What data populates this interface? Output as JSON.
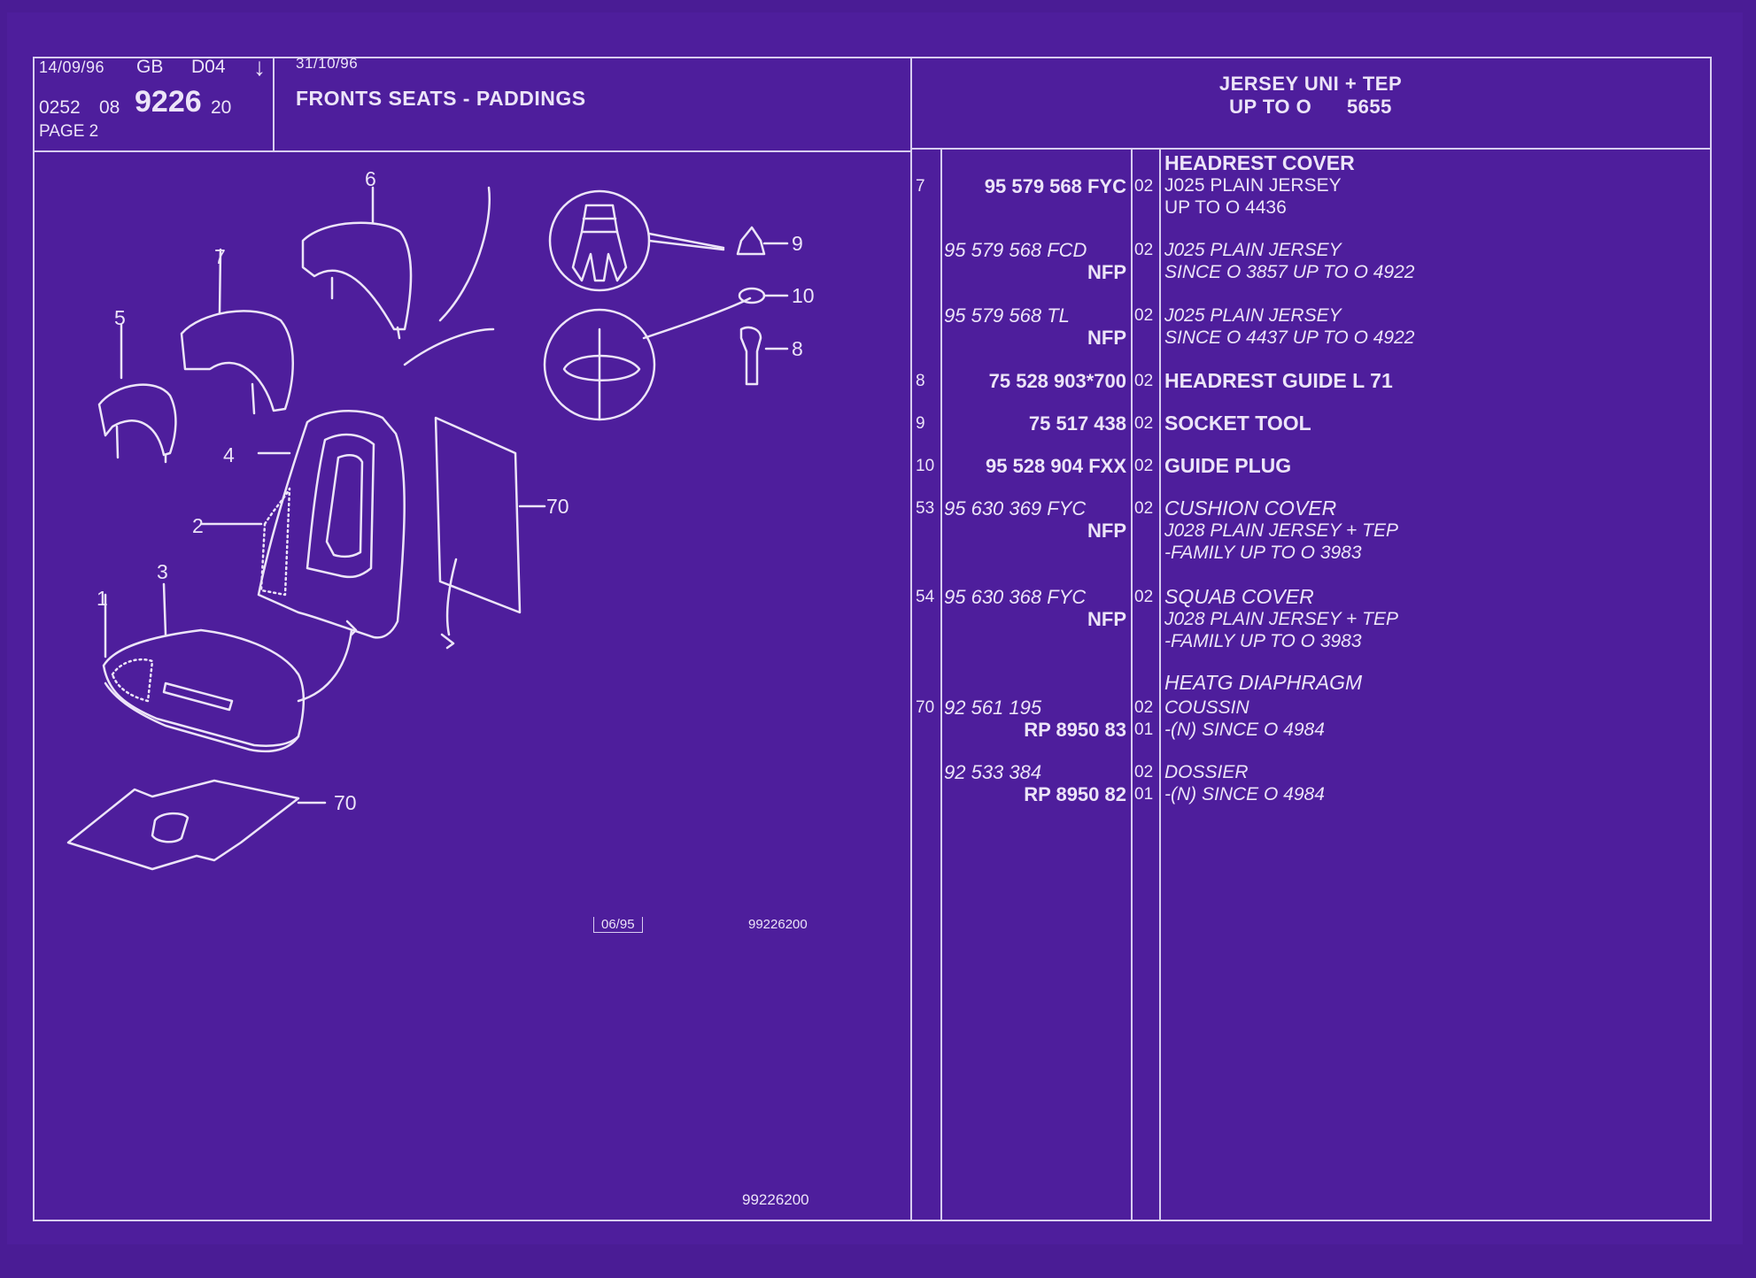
{
  "header": {
    "date1": "14/09/96",
    "lang": "GB",
    "dcode": "D04",
    "arrow": "↓",
    "date2": "31/10/96",
    "num1": "0252",
    "num2": "08",
    "group": "9226",
    "num3": "20",
    "page": "PAGE 2",
    "title": "FRONTS SEATS - PADDINGS",
    "right_line1": "JERSEY UNI + TEP",
    "right_line2": "UP TO O      5655"
  },
  "diagram": {
    "callouts": [
      "6",
      "7",
      "5",
      "4",
      "2",
      "3",
      "1",
      "70",
      "70",
      "9",
      "10",
      "8"
    ],
    "box_label": "06/95",
    "code_mid": "99226200",
    "code_bottom": "99226200"
  },
  "parts": [
    {
      "ref": "7",
      "part": "95 579 568 FYC",
      "part_style": "bold",
      "part2": "",
      "qty": "02",
      "qty2": "",
      "desc": [
        {
          "text": "HEADREST COVER",
          "style": "bold"
        },
        {
          "text": "J025 PLAIN JERSEY",
          "style": "normal"
        },
        {
          "text": "UP TO O 4436",
          "style": "normal"
        }
      ]
    },
    {
      "ref": "",
      "part": "95 579 568 FCD",
      "part_style": "italic",
      "part2": "NFP",
      "qty": "02",
      "qty2": "",
      "desc": [
        {
          "text": "J025 PLAIN JERSEY",
          "style": "italic"
        },
        {
          "text": "SINCE O 3857 UP TO O 4922",
          "style": "italic"
        }
      ]
    },
    {
      "ref": "",
      "part": "95 579 568 TL",
      "part_style": "italic",
      "part2": "NFP",
      "qty": "02",
      "qty2": "",
      "desc": [
        {
          "text": "J025 PLAIN JERSEY",
          "style": "italic"
        },
        {
          "text": "SINCE O 4437 UP TO O 4922",
          "style": "italic"
        }
      ]
    },
    {
      "ref": "8",
      "part": "75 528 903*700",
      "part_style": "bold",
      "part2": "",
      "qty": "02",
      "qty2": "",
      "desc": [
        {
          "text": "HEADREST GUIDE L 71",
          "style": "bold"
        }
      ]
    },
    {
      "ref": "9",
      "part": "75 517 438",
      "part_style": "bold",
      "part2": "",
      "qty": "02",
      "qty2": "",
      "desc": [
        {
          "text": "SOCKET TOOL",
          "style": "bold"
        }
      ]
    },
    {
      "ref": "10",
      "part": "95 528 904 FXX",
      "part_style": "bold",
      "part2": "",
      "qty": "02",
      "qty2": "",
      "desc": [
        {
          "text": "GUIDE PLUG",
          "style": "bold"
        }
      ]
    },
    {
      "ref": "53",
      "part": "95 630 369 FYC",
      "part_style": "italic",
      "part2": "NFP",
      "qty": "02",
      "qty2": "",
      "desc": [
        {
          "text": "CUSHION COVER",
          "style": "italic-big"
        },
        {
          "text": "J028 PLAIN JERSEY + TEP",
          "style": "italic"
        },
        {
          "text": "-FAMILY UP TO O 3983",
          "style": "italic"
        }
      ]
    },
    {
      "ref": "54",
      "part": "95 630 368 FYC",
      "part_style": "italic",
      "part2": "NFP",
      "qty": "02",
      "qty2": "",
      "desc": [
        {
          "text": "SQUAB COVER",
          "style": "italic-big"
        },
        {
          "text": "J028 PLAIN JERSEY + TEP",
          "style": "italic"
        },
        {
          "text": "-FAMILY UP TO O 3983",
          "style": "italic"
        }
      ]
    },
    {
      "ref": "",
      "part": "",
      "part_style": "italic",
      "part2": "",
      "qty": "",
      "qty2": "",
      "desc": [
        {
          "text": "HEATG DIAPHRAGM",
          "style": "italic-big"
        }
      ]
    },
    {
      "ref": "70",
      "part": "92 561 195",
      "part_style": "italic",
      "part2": "RP 8950 83",
      "qty": "02",
      "qty2": "01",
      "desc": [
        {
          "text": "COUSSIN",
          "style": "italic"
        },
        {
          "text": "-(N) SINCE O 4984",
          "style": "italic"
        }
      ]
    },
    {
      "ref": "",
      "part": "92 533 384",
      "part_style": "italic",
      "part2": "RP 8950 82",
      "qty": "02",
      "qty2": "01",
      "desc": [
        {
          "text": "DOSSIER",
          "style": "italic"
        },
        {
          "text": "-(N) SINCE O 4984",
          "style": "italic"
        }
      ]
    }
  ]
}
